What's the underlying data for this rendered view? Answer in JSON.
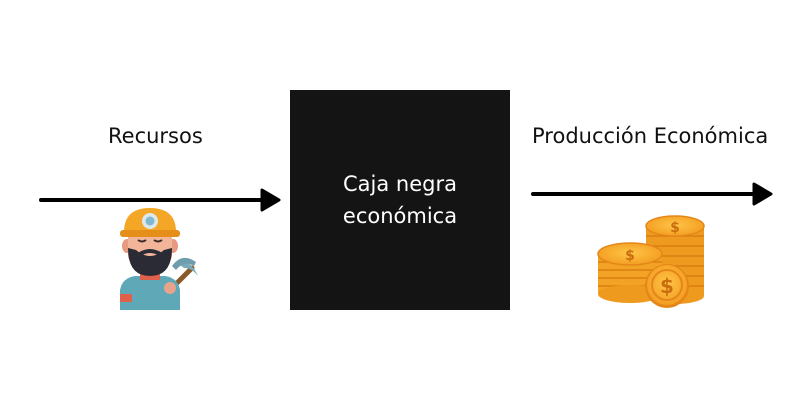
{
  "inputs": {
    "label": "Recursos",
    "icon": "miner-icon"
  },
  "box": {
    "label": "Caja negra económica",
    "color": "#141414"
  },
  "outputs": {
    "label": "Producción Económica",
    "icon": "coin-stack-icon"
  },
  "colors": {
    "arrow": "#000000",
    "coin": "#F7A623",
    "coin_dark": "#E5861A"
  }
}
